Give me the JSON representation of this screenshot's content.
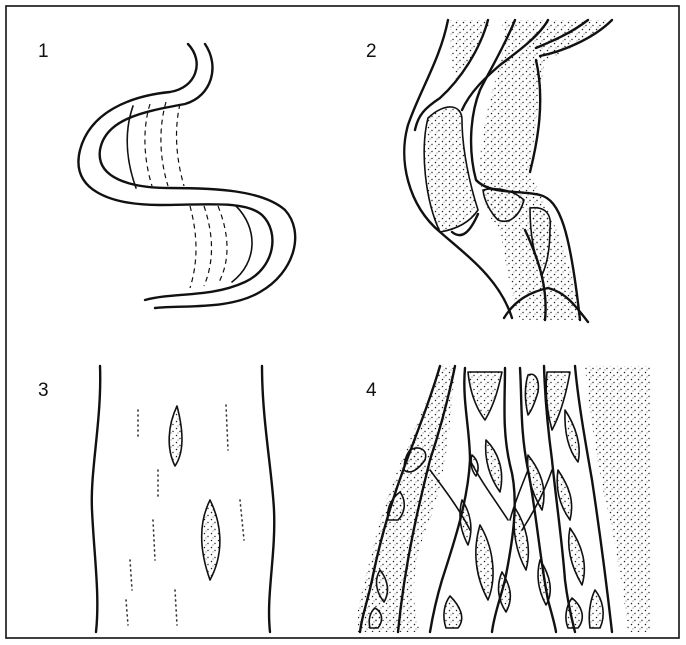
{
  "figure": {
    "panels": [
      {
        "label": "1"
      },
      {
        "label": "2"
      },
      {
        "label": "3"
      },
      {
        "label": "4"
      }
    ]
  }
}
